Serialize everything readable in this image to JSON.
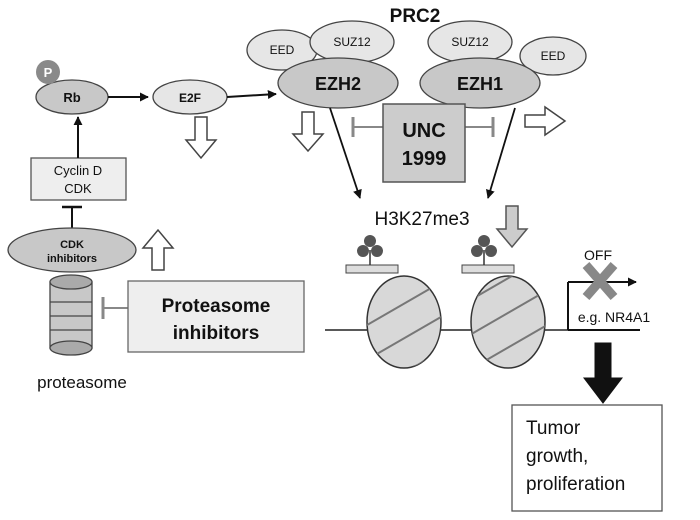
{
  "labels": {
    "prc2": "PRC2",
    "eed": "EED",
    "suz12": "SUZ12",
    "ezh2": "EZH2",
    "ezh1": "EZH1",
    "p": "P",
    "rb": "Rb",
    "e2f": "E2F",
    "unc_line1": "UNC",
    "unc_line2": "1999",
    "cyclin_line1": "Cyclin D",
    "cyclin_line2": "CDK",
    "cdk_inh_line1": "CDK",
    "cdk_inh_line2": "inhibitors",
    "h3k27me3": "H3K27me3",
    "off": "OFF",
    "nr4a1": "e.g. NR4A1",
    "prot_inh_line1": "Proteasome",
    "prot_inh_line2": "inhibitors",
    "proteasome": "proteasome",
    "tumor_line1": "Tumor",
    "tumor_line2": "growth,",
    "tumor_line3": "proliferation"
  },
  "colors": {
    "node_fill": "#c8c8c8",
    "node_light": "#e6e6e6",
    "box_fill": "#eeeeee",
    "stroke": "#444444",
    "inhibit": "#888888",
    "mark": "#555555",
    "off_x": "#888888"
  }
}
